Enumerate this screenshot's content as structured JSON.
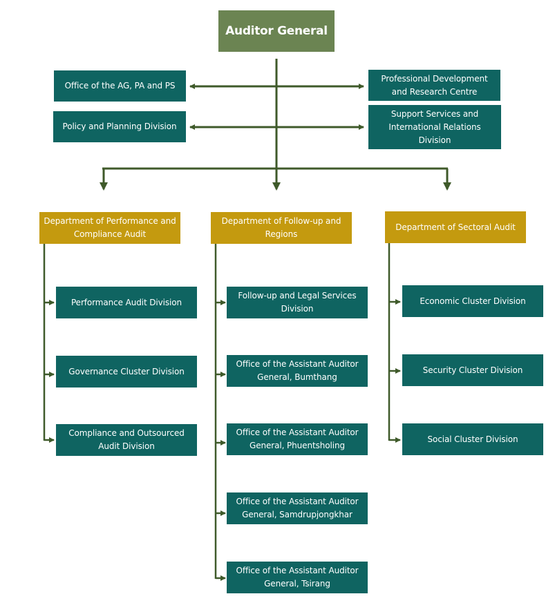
{
  "colors": {
    "top": "#6b8452",
    "unit": "#0f6461",
    "department": "#c49a0f",
    "connector": "#3f5a2a"
  },
  "top": {
    "label": "Auditor General"
  },
  "offices": {
    "office_ag_pa_ps": "Office of the AG, PA and PS",
    "policy_planning": "Policy and Planning Division",
    "prof_dev": "Professional Development and Research Centre",
    "support_services": "Support Services and International Relations Division"
  },
  "departments": [
    {
      "name": "Department of Performance and Compliance Audit",
      "divisions": [
        "Performance Audit Division",
        "Governance Cluster Division",
        "Compliance and Outsourced Audit Division"
      ]
    },
    {
      "name": "Department of Follow-up and Regions",
      "divisions": [
        "Follow-up and Legal Services Division",
        "Office of the Assistant Auditor General, Bumthang",
        "Office of the Assistant Auditor General, Phuentsholing",
        "Office of the Assistant Auditor General, Samdrupjongkhar",
        "Office of the Assistant Auditor General, Tsirang"
      ]
    },
    {
      "name": "Department of Sectoral Audit",
      "divisions": [
        "Economic Cluster Division",
        "Security Cluster Division",
        "Social Cluster Division"
      ]
    }
  ]
}
